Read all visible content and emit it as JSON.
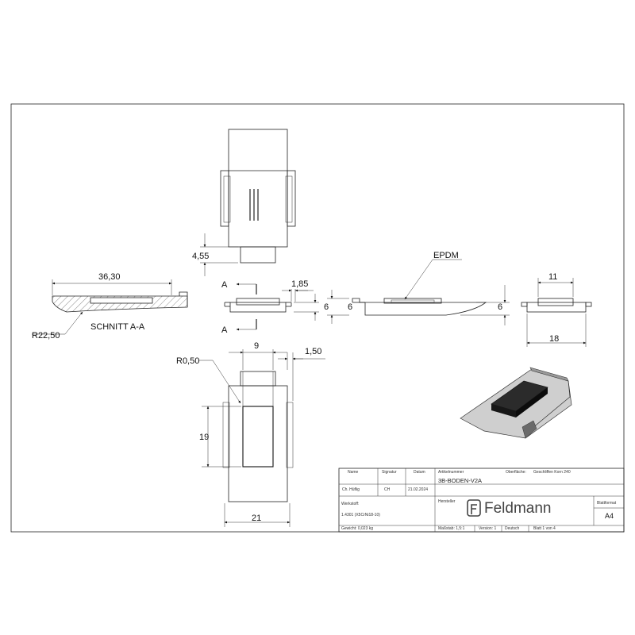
{
  "views": {
    "top": {
      "dim_height": "4,55"
    },
    "section": {
      "dim_width": "36,30",
      "dim_radius": "R22,50",
      "label": "SCHNITT A-A"
    },
    "front_small": {
      "arrow_label_top": "A",
      "arrow_label_bottom": "A",
      "dim_gap": "1,85",
      "dim_height": "6"
    },
    "side_long": {
      "material_label": "EPDM",
      "dim_left_height": "6",
      "dim_right_height": "6"
    },
    "side_right": {
      "dim_top": "11",
      "dim_bottom": "18"
    },
    "bottom": {
      "dim_radius": "R0,50",
      "dim_inner_width": "9",
      "dim_offset": "1,50",
      "dim_height": "19",
      "dim_width": "21"
    }
  },
  "title_block": {
    "headers": {
      "name": "Name",
      "signature": "Signatur",
      "date": "Datum",
      "article_no": "Artikelnummer",
      "surface": "Oberfläche:",
      "surface_value": "Geschliffen Korn 240"
    },
    "drawn_name": "Ch. Hüflig",
    "drawn_signature": "CH",
    "drawn_date": "21.02.2024",
    "article_value": "3B-BODEN-V2A",
    "material_label": "Werkstoff:",
    "material_value": "1.4301 (X5CrNi18-10)",
    "manufacturer_label": "Hersteller",
    "company": "Feldmann",
    "sheet_format_label": "Blattformat",
    "sheet_format_value": "A4",
    "weight": "Gewicht: 0,023 kg",
    "scale": "Maßstab: 1,5:1",
    "version": "Version: 1",
    "language": "Deutsch",
    "sheet": "Blatt 1 von 4"
  }
}
